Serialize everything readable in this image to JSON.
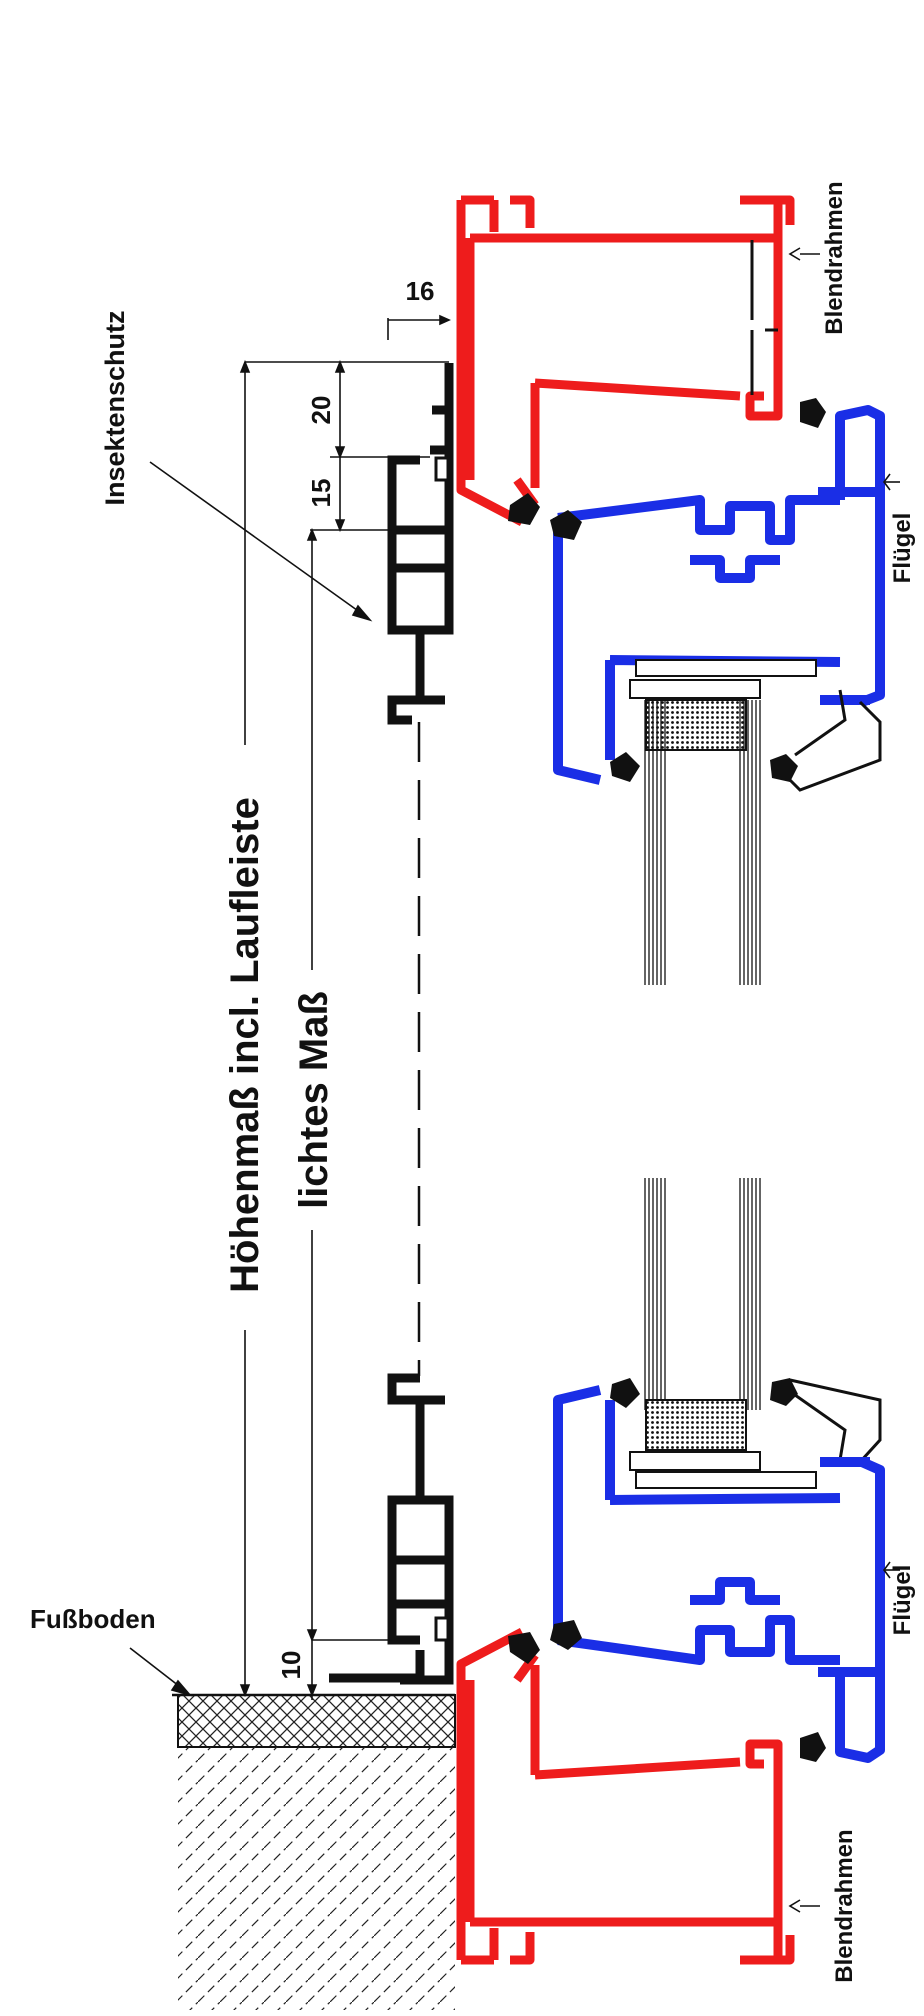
{
  "labels": {
    "insect_screen": "Insektenschutz",
    "floor": "Fußboden",
    "height_incl_rail": "Höhenmaß incl. Laufleiste",
    "clear_dimension": "lichtes Maß",
    "frame_top": "Blendrahmen",
    "frame_bottom": "Blendrahmen",
    "sash_top": "Flügel",
    "sash_bottom": "Flügel"
  },
  "dimensions": {
    "d16": "16",
    "d20": "20",
    "d15": "15",
    "d10": "10"
  },
  "colors": {
    "frame": "#ee1c1c",
    "sash": "#1a2ee6",
    "screen_profile": "#111111",
    "line": "#111111"
  }
}
